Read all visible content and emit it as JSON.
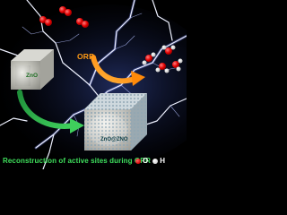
{
  "labels": {
    "zno": "ZnO",
    "zno_at_zno": "ZnO@ZNO",
    "orr_arrow": "ORR",
    "caption": "Reconstruction of active sites during ORR"
  },
  "legend": {
    "o_label": "O",
    "h_label": "H",
    "o_color": "#e30000",
    "h_color": "#ffffff"
  },
  "colors": {
    "background": "#000000",
    "lightning": "#dde4ff",
    "cube_face": "#a8a8a0",
    "zno_label": "#1d6e22",
    "orr_arrow": "#ff9a14",
    "recon_arrow": "#2ea84a",
    "caption": "#3fe05c"
  }
}
